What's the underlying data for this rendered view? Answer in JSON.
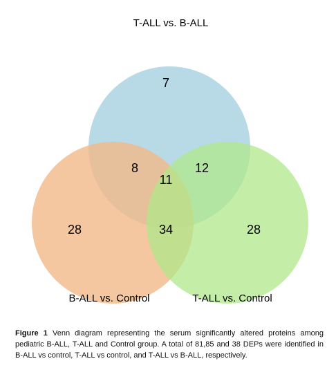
{
  "diagram": {
    "type": "venn",
    "sets": [
      {
        "id": "tall_vs_ball",
        "label": "T-ALL vs. B-ALL",
        "color": "#abd3e3"
      },
      {
        "id": "ball_vs_control",
        "label": "B-ALL vs. Control",
        "color": "#f1b988"
      },
      {
        "id": "tall_vs_control",
        "label": "T-ALL vs. Control",
        "color": "#b0e889"
      }
    ],
    "regions": {
      "tall_vs_ball_only": "7",
      "ball_vs_control_only": "28",
      "tall_vs_control_only": "28",
      "tall_vs_ball_and_ball_vs_control": "8",
      "tall_vs_ball_and_tall_vs_control": "12",
      "ball_vs_control_and_tall_vs_control": "34",
      "all_three": "11"
    }
  },
  "caption": {
    "label": "Figure 1",
    "text": "Venn diagram representing the serum significantly altered proteins among pediatric B-ALL, T-ALL and Control group. A total of 81,85 and 38 DEPs were identified in B-ALL vs control, T-ALL vs control, and T-ALL vs B-ALL, respectively."
  }
}
